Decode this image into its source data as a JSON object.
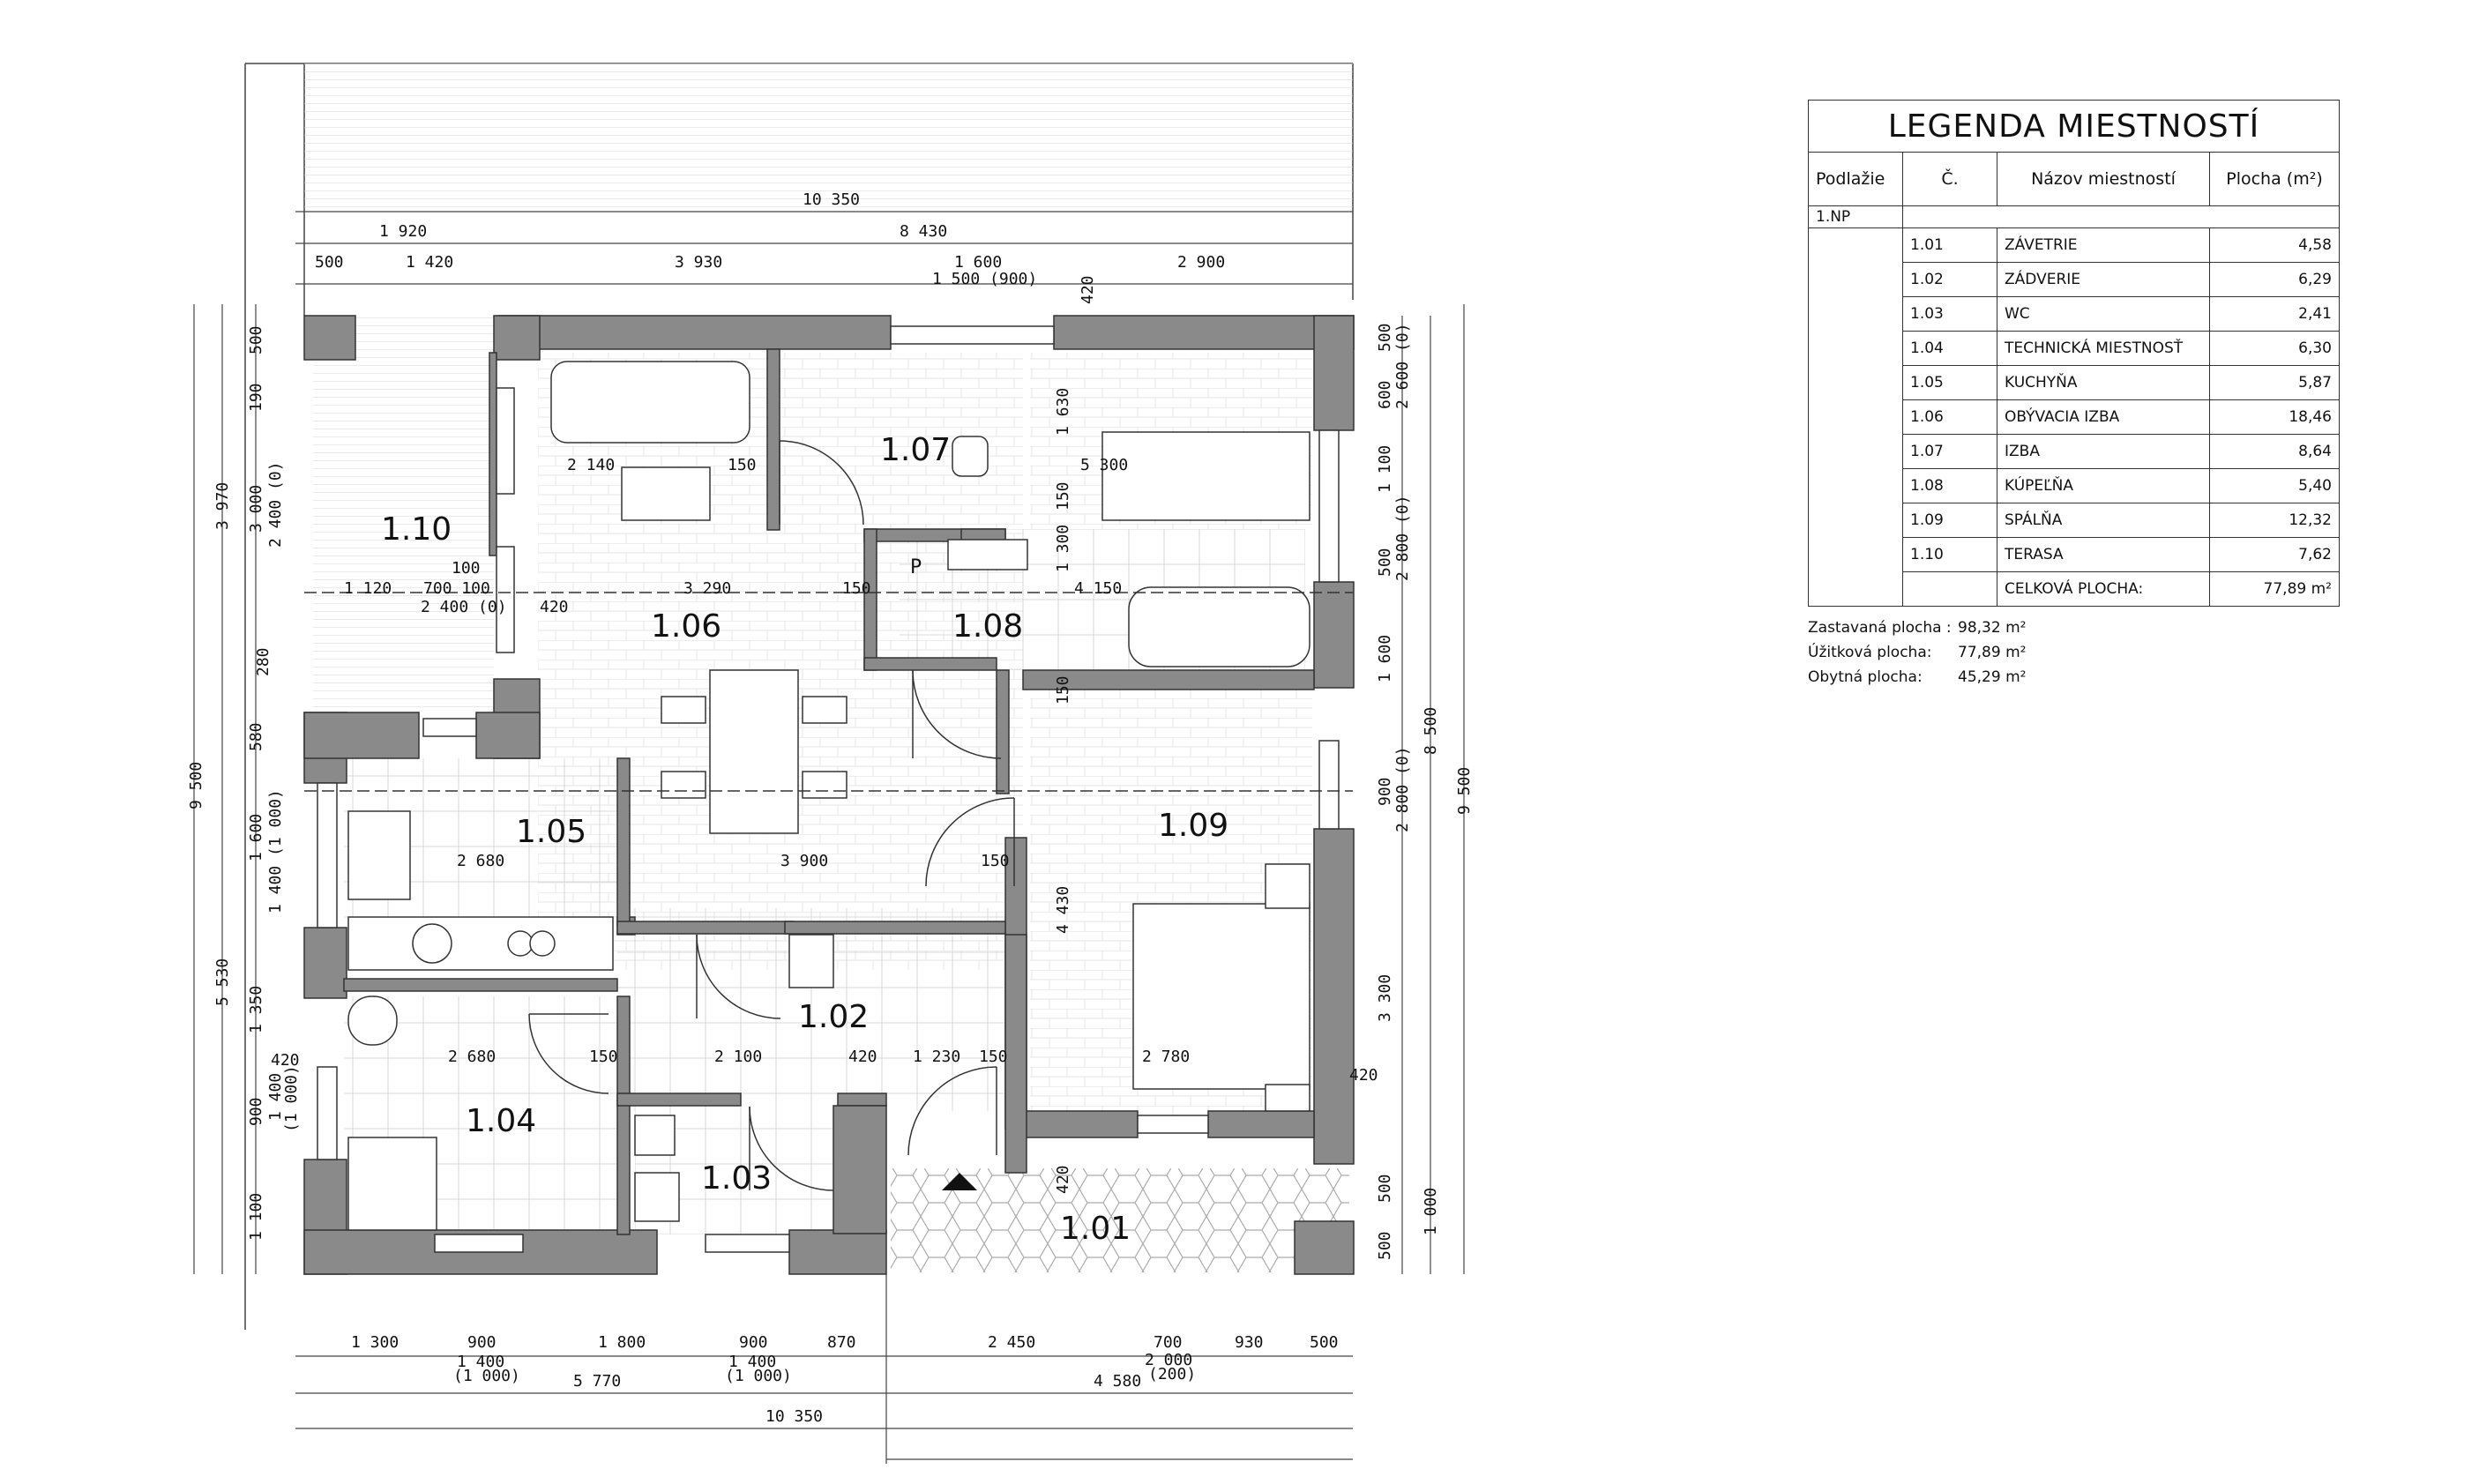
{
  "legend": {
    "title": "LEGENDA MIESTNOSTÍ",
    "headers": {
      "floor": "Podlažie",
      "num": "Č.",
      "name": "Názov miestností",
      "area": "Plocha (m²)"
    },
    "floor": "1.NP",
    "rooms": [
      {
        "num": "1.01",
        "name": "ZÁVETRIE",
        "area": "4,58"
      },
      {
        "num": "1.02",
        "name": "ZÁDVERIE",
        "area": "6,29"
      },
      {
        "num": "1.03",
        "name": "WC",
        "area": "2,41"
      },
      {
        "num": "1.04",
        "name": "TECHNICKÁ MIESTNOSŤ",
        "area": "6,30"
      },
      {
        "num": "1.05",
        "name": "KUCHYŇA",
        "area": "5,87"
      },
      {
        "num": "1.06",
        "name": "OBÝVACIA IZBA",
        "area": "18,46"
      },
      {
        "num": "1.07",
        "name": "IZBA",
        "area": "8,64"
      },
      {
        "num": "1.08",
        "name": "KÚPEĽŇA",
        "area": "5,40"
      },
      {
        "num": "1.09",
        "name": "SPÁLŇA",
        "area": "12,32"
      },
      {
        "num": "1.10",
        "name": "TERASA",
        "area": "7,62"
      }
    ],
    "total_label": "CELKOVÁ PLOCHA:",
    "total_area": "77,89 m²",
    "notes": [
      {
        "label": "Zastavaná plocha :",
        "value": "98,32 m²"
      },
      {
        "label": "Úžitková plocha:",
        "value": "77,89 m²"
      },
      {
        "label": "Obytná plocha:",
        "value": "45,29 m²"
      }
    ]
  },
  "rooms_on_plan": {
    "r101": "1.01",
    "r102": "1.02",
    "r103": "1.03",
    "r104": "1.04",
    "r105": "1.05",
    "r106": "1.06",
    "r107": "1.07",
    "r108": "1.08",
    "r109": "1.09",
    "r110": "1.10",
    "parapet": "P"
  },
  "dimensions": {
    "top_total": "10 350",
    "top_a": "1 920",
    "top_b": "8 430",
    "top_c1": "500",
    "top_c2": "1 420",
    "top_c3": "3 930",
    "top_c4": "1 600",
    "top_c5": "2 900",
    "top_window": "1 500 (900)",
    "top_420": "420",
    "left_total": "9 500",
    "left_3970": "3 970",
    "left_5530": "5 530",
    "left_500": "500",
    "left_190": "190",
    "left_3000": "3 000",
    "left_2400": "2 400 (0)",
    "left_280": "280",
    "left_580": "580",
    "left_1600": "1 600",
    "left_1400": "1 400 (1 000)",
    "left_1350": "1 350",
    "left_420": "420",
    "left_900": "900",
    "left_1400b": "1 400",
    "left_1000b": "(1 000)",
    "left_1100": "1 100",
    "right_total": "9 500",
    "right_8500": "8 500",
    "right_500a": "500",
    "right_600": "600",
    "right_2600": "2 600 (0)",
    "right_1100": "1 100",
    "right_500b": "500",
    "right_2800a": "2 800 (0)",
    "right_1600": "1 600",
    "right_900": "900",
    "right_2800b": "2 800 (0)",
    "right_3300": "3 300",
    "right_420": "420",
    "right_500c": "500",
    "right_1000": "1 000",
    "right_500d": "500",
    "bot_1300": "1 300",
    "bot_900a": "900",
    "bot_1800": "1 800",
    "bot_900b": "900",
    "bot_870": "870",
    "bot_2450": "2 450",
    "bot_700": "700",
    "bot_930": "930",
    "bot_500": "500",
    "bot_1400a": "1 400",
    "bot_1000a": "(1 000)",
    "bot_1400b": "1 400",
    "bot_1000b": "(1 000)",
    "bot_2000": "2 000",
    "bot_200": "(200)",
    "bot_5770": "5 770",
    "bot_4580": "4 580",
    "bot_total": "10 350",
    "in_2140": "2 140",
    "in_150a": "150",
    "in_5300": "5 300",
    "in_1630": "1 630",
    "in_150b": "150",
    "in_100a": "100",
    "in_1120": "1 120",
    "in_700100": "700 100",
    "in_2400": "2 400 (0)",
    "in_420a": "420",
    "in_3290": "3 290",
    "in_150c": "150",
    "in_4150": "4 150",
    "in_1300": "1 300",
    "in_150d": "150",
    "in_2680a": "2 680",
    "in_3900": "3 900",
    "in_150e": "150",
    "in_4430": "4 430",
    "in_2680b": "2 680",
    "in_150f": "150",
    "in_2100": "2 100",
    "in_420b": "420",
    "in_1230": "1 230",
    "in_150g": "150",
    "in_2780": "2 780",
    "in_420c": "420"
  }
}
